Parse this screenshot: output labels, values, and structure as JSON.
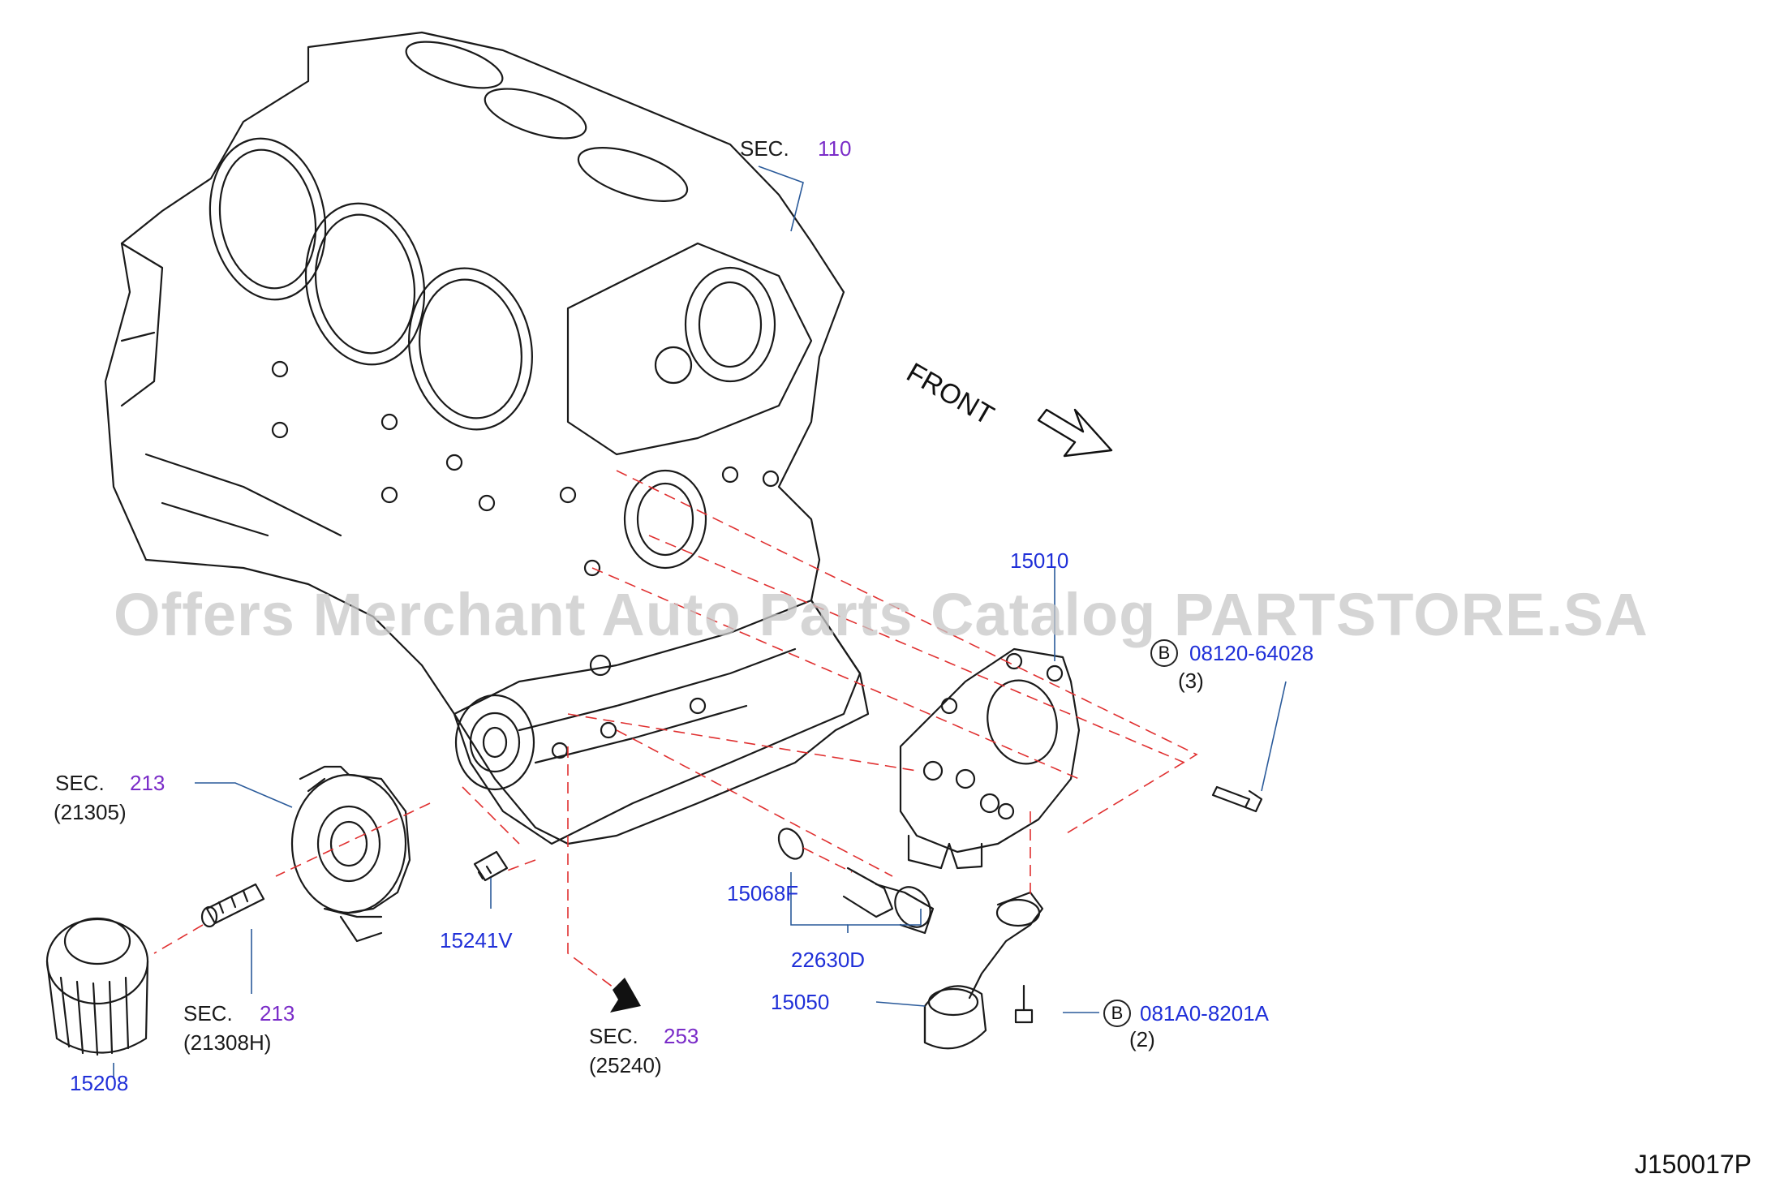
{
  "watermark": "Offers Merchant Auto Parts Catalog PARTSTORE.SA",
  "front_label": "FRONT",
  "diagram_code": "J150017P",
  "colors": {
    "part_number": "#1f2fd8",
    "section_number": "#7a2cc8",
    "leader": "#2a5a9a",
    "dashed": "#e03030",
    "line": "#1a1a1a"
  },
  "callouts": {
    "sec110": {
      "prefix": "SEC.",
      "number": "110"
    },
    "sec213_top": {
      "prefix": "SEC.",
      "number": "213",
      "sub": "(21305)"
    },
    "sec213_bottom": {
      "prefix": "SEC.",
      "number": "213",
      "sub": "(21308H)"
    },
    "sec253": {
      "prefix": "SEC.",
      "number": "253",
      "sub": "(25240)"
    },
    "p15010": "15010",
    "p08120": {
      "circle": "B",
      "number": "08120-64028",
      "qty": "(3)"
    },
    "p081a0": {
      "circle": "B",
      "number": "081A0-8201A",
      "qty": "(2)"
    },
    "p15068f": "15068F",
    "p22630d": "22630D",
    "p15050": "15050",
    "p15241v": "15241V",
    "p15208": "15208"
  },
  "icons": {
    "front_arrow": "front-arrow-icon",
    "sec253_arrow": "solid-arrow-icon"
  }
}
